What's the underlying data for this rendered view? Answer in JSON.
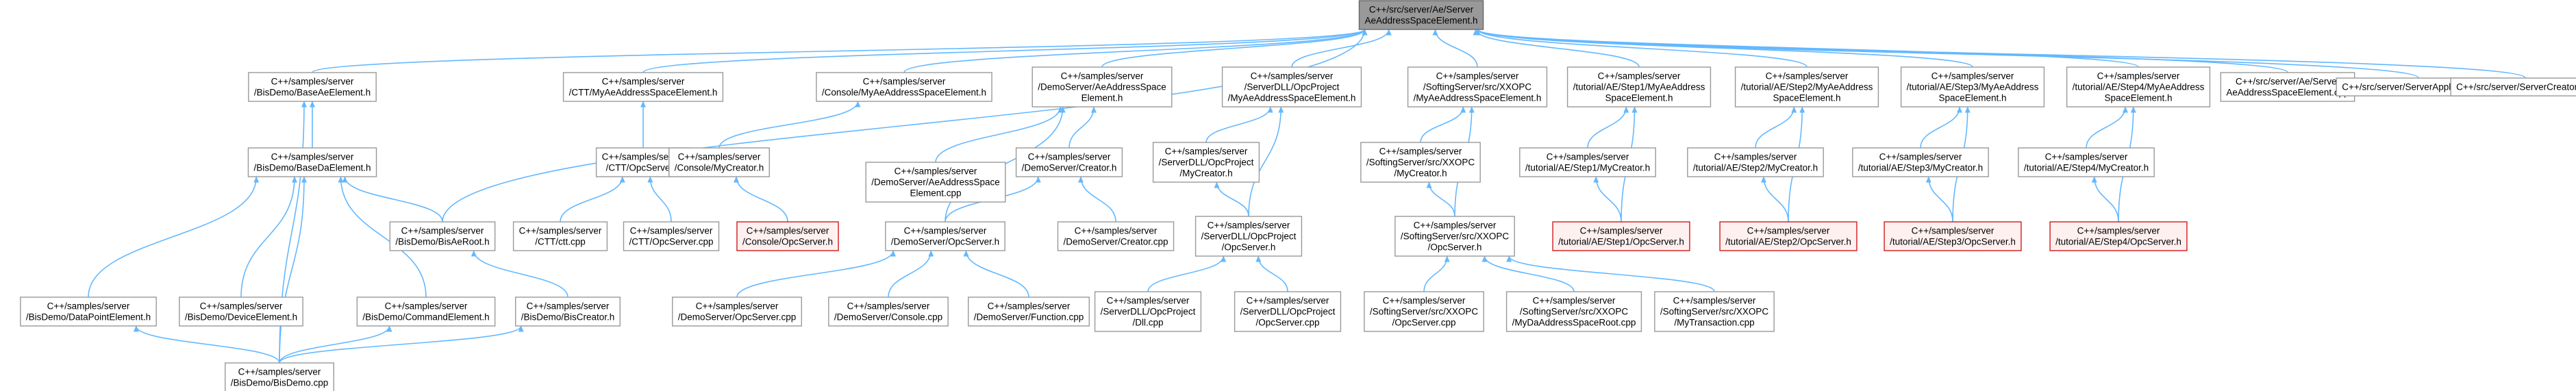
{
  "colors": {
    "edge": "#63b8ff",
    "highlight_fill": "#999999",
    "node_border": "#999999",
    "red_border": "#d11a1a"
  },
  "nodes": [
    {
      "id": "root",
      "lines": [
        "C++/src/server/Ae/Server",
        "AeAddressSpaceElement.h"
      ],
      "style": "highlight"
    },
    {
      "id": "base_ae",
      "lines": [
        "C++/samples/server",
        "/BisDemo/BaseAeElement.h"
      ]
    },
    {
      "id": "ctt_myae",
      "lines": [
        "C++/samples/server",
        "/CTT/MyAeAddressSpaceElement.h"
      ]
    },
    {
      "id": "console_myae",
      "lines": [
        "C++/samples/server",
        "/Console/MyAeAddressSpaceElement.h"
      ]
    },
    {
      "id": "demo_ae",
      "lines": [
        "C++/samples/server",
        "/DemoServer/AeAddressSpace",
        "Element.h"
      ]
    },
    {
      "id": "dll_myae",
      "lines": [
        "C++/samples/server",
        "/ServerDLL/OpcProject",
        "/MyAeAddressSpaceElement.h"
      ]
    },
    {
      "id": "soft_myae",
      "lines": [
        "C++/samples/server",
        "/SoftingServer/src/XXOPC",
        "/MyAeAddressSpaceElement.h"
      ]
    },
    {
      "id": "s1_myae",
      "lines": [
        "C++/samples/server",
        "/tutorial/AE/Step1/MyAeAddress",
        "SpaceElement.h"
      ]
    },
    {
      "id": "s2_myae",
      "lines": [
        "C++/samples/server",
        "/tutorial/AE/Step2/MyAeAddress",
        "SpaceElement.h"
      ]
    },
    {
      "id": "s3_myae",
      "lines": [
        "C++/samples/server",
        "/tutorial/AE/Step3/MyAeAddress",
        "SpaceElement.h"
      ]
    },
    {
      "id": "s4_myae",
      "lines": [
        "C++/samples/server",
        "/tutorial/AE/Step4/MyAeAddress",
        "SpaceElement.h"
      ]
    },
    {
      "id": "ae_cpp",
      "lines": [
        "C++/src/server/Ae/Server",
        "AeAddressSpaceElement.cpp"
      ]
    },
    {
      "id": "srvapp",
      "lines": [
        "C++/src/server/ServerApplication.cpp"
      ]
    },
    {
      "id": "srvcreator",
      "lines": [
        "C++/src/server/ServerCreator.cpp"
      ]
    },
    {
      "id": "base_da",
      "lines": [
        "C++/samples/server",
        "/BisDemo/BaseDaElement.h"
      ]
    },
    {
      "id": "ctt_opc_h",
      "lines": [
        "C++/samples/server",
        "/CTT/OpcServer.h"
      ]
    },
    {
      "id": "console_creator",
      "lines": [
        "C++/samples/server",
        "/Console/MyCreator.h"
      ]
    },
    {
      "id": "demo_ae_cpp",
      "lines": [
        "C++/samples/server",
        "/DemoServer/AeAddressSpace",
        "Element.cpp"
      ]
    },
    {
      "id": "demo_creator",
      "lines": [
        "C++/samples/server",
        "/DemoServer/Creator.h"
      ]
    },
    {
      "id": "dll_creator",
      "lines": [
        "C++/samples/server",
        "/ServerDLL/OpcProject",
        "/MyCreator.h"
      ]
    },
    {
      "id": "soft_creator",
      "lines": [
        "C++/samples/server",
        "/SoftingServer/src/XXOPC",
        "/MyCreator.h"
      ]
    },
    {
      "id": "s1_creator",
      "lines": [
        "C++/samples/server",
        "/tutorial/AE/Step1/MyCreator.h"
      ]
    },
    {
      "id": "s2_creator",
      "lines": [
        "C++/samples/server",
        "/tutorial/AE/Step2/MyCreator.h"
      ]
    },
    {
      "id": "s3_creator",
      "lines": [
        "C++/samples/server",
        "/tutorial/AE/Step3/MyCreator.h"
      ]
    },
    {
      "id": "s4_creator",
      "lines": [
        "C++/samples/server",
        "/tutorial/AE/Step4/MyCreator.h"
      ]
    },
    {
      "id": "bis_root",
      "lines": [
        "C++/samples/server",
        "/BisDemo/BisAeRoot.h"
      ]
    },
    {
      "id": "ctt_cpp",
      "lines": [
        "C++/samples/server",
        "/CTT/ctt.cpp"
      ]
    },
    {
      "id": "ctt_opc_cpp",
      "lines": [
        "C++/samples/server",
        "/CTT/OpcServer.cpp"
      ]
    },
    {
      "id": "console_opc_h",
      "lines": [
        "C++/samples/server",
        "/Console/OpcServer.h"
      ],
      "style": "red"
    },
    {
      "id": "demo_opc_h",
      "lines": [
        "C++/samples/server",
        "/DemoServer/OpcServer.h"
      ]
    },
    {
      "id": "demo_creator_cpp",
      "lines": [
        "C++/samples/server",
        "/DemoServer/Creator.cpp"
      ]
    },
    {
      "id": "dll_opc_h",
      "lines": [
        "C++/samples/server",
        "/ServerDLL/OpcProject",
        "/OpcServer.h"
      ]
    },
    {
      "id": "soft_opc_h",
      "lines": [
        "C++/samples/server",
        "/SoftingServer/src/XXOPC",
        "/OpcServer.h"
      ]
    },
    {
      "id": "s1_opc_h",
      "lines": [
        "C++/samples/server",
        "/tutorial/AE/Step1/OpcServer.h"
      ],
      "style": "red"
    },
    {
      "id": "s2_opc_h",
      "lines": [
        "C++/samples/server",
        "/tutorial/AE/Step2/OpcServer.h"
      ],
      "style": "red"
    },
    {
      "id": "s3_opc_h",
      "lines": [
        "C++/samples/server",
        "/tutorial/AE/Step3/OpcServer.h"
      ],
      "style": "red"
    },
    {
      "id": "s4_opc_h",
      "lines": [
        "C++/samples/server",
        "/tutorial/AE/Step4/OpcServer.h"
      ],
      "style": "red"
    },
    {
      "id": "bis_dp",
      "lines": [
        "C++/samples/server",
        "/BisDemo/DataPointElement.h"
      ]
    },
    {
      "id": "bis_dev",
      "lines": [
        "C++/samples/server",
        "/BisDemo/DeviceElement.h"
      ]
    },
    {
      "id": "bis_cmd",
      "lines": [
        "C++/samples/server",
        "/BisDemo/CommandElement.h"
      ]
    },
    {
      "id": "bis_creator",
      "lines": [
        "C++/samples/server",
        "/BisDemo/BisCreator.h"
      ]
    },
    {
      "id": "demo_opc_cpp",
      "lines": [
        "C++/samples/server",
        "/DemoServer/OpcServer.cpp"
      ]
    },
    {
      "id": "demo_console_cpp",
      "lines": [
        "C++/samples/server",
        "/DemoServer/Console.cpp"
      ]
    },
    {
      "id": "demo_function_cpp",
      "lines": [
        "C++/samples/server",
        "/DemoServer/Function.cpp"
      ]
    },
    {
      "id": "dll_dll_cpp",
      "lines": [
        "C++/samples/server",
        "/ServerDLL/OpcProject",
        "/Dll.cpp"
      ]
    },
    {
      "id": "dll_opc_cpp",
      "lines": [
        "C++/samples/server",
        "/ServerDLL/OpcProject",
        "/OpcServer.cpp"
      ]
    },
    {
      "id": "soft_opc_cpp",
      "lines": [
        "C++/samples/server",
        "/SoftingServer/src/XXOPC",
        "/OpcServer.cpp"
      ]
    },
    {
      "id": "soft_root_cpp",
      "lines": [
        "C++/samples/server",
        "/SoftingServer/src/XXOPC",
        "/MyDaAddressSpaceRoot.cpp"
      ]
    },
    {
      "id": "soft_trans_cpp",
      "lines": [
        "C++/samples/server",
        "/SoftingServer/src/XXOPC",
        "/MyTransaction.cpp"
      ]
    },
    {
      "id": "bis_demo_cpp",
      "lines": [
        "C++/samples/server",
        "/BisDemo/BisDemo.cpp"
      ]
    }
  ],
  "edges": [
    [
      "base_ae",
      "root"
    ],
    [
      "ctt_myae",
      "root"
    ],
    [
      "console_myae",
      "root"
    ],
    [
      "demo_ae",
      "root"
    ],
    [
      "dll_myae",
      "root"
    ],
    [
      "soft_myae",
      "root"
    ],
    [
      "s1_myae",
      "root"
    ],
    [
      "s2_myae",
      "root"
    ],
    [
      "s3_myae",
      "root"
    ],
    [
      "s4_myae",
      "root"
    ],
    [
      "ae_cpp",
      "root"
    ],
    [
      "srvapp",
      "root"
    ],
    [
      "srvcreator",
      "root"
    ],
    [
      "bis_root",
      "root"
    ],
    [
      "base_da",
      "base_ae"
    ],
    [
      "bis_demo_cpp",
      "base_ae"
    ],
    [
      "bis_root",
      "base_da"
    ],
    [
      "bis_dp",
      "base_da"
    ],
    [
      "bis_dev",
      "base_da"
    ],
    [
      "bis_cmd",
      "base_da"
    ],
    [
      "bis_demo_cpp",
      "base_da"
    ],
    [
      "bis_creator",
      "bis_root"
    ],
    [
      "bis_demo_cpp",
      "bis_dp"
    ],
    [
      "bis_demo_cpp",
      "bis_cmd"
    ],
    [
      "bis_demo_cpp",
      "bis_creator"
    ],
    [
      "ctt_opc_h",
      "ctt_myae"
    ],
    [
      "ctt_cpp",
      "ctt_opc_h"
    ],
    [
      "ctt_opc_cpp",
      "ctt_opc_h"
    ],
    [
      "console_creator",
      "console_myae"
    ],
    [
      "console_opc_h",
      "console_creator"
    ],
    [
      "demo_ae_cpp",
      "demo_ae"
    ],
    [
      "demo_creator",
      "demo_ae"
    ],
    [
      "demo_opc_h",
      "demo_ae"
    ],
    [
      "demo_opc_h",
      "demo_creator"
    ],
    [
      "demo_creator_cpp",
      "demo_creator"
    ],
    [
      "demo_opc_cpp",
      "demo_opc_h"
    ],
    [
      "demo_console_cpp",
      "demo_opc_h"
    ],
    [
      "demo_function_cpp",
      "demo_opc_h"
    ],
    [
      "dll_creator",
      "dll_myae"
    ],
    [
      "dll_opc_h",
      "dll_myae"
    ],
    [
      "dll_opc_h",
      "dll_creator"
    ],
    [
      "dll_dll_cpp",
      "dll_opc_h"
    ],
    [
      "dll_opc_cpp",
      "dll_opc_h"
    ],
    [
      "soft_creator",
      "soft_myae"
    ],
    [
      "soft_opc_h",
      "soft_myae"
    ],
    [
      "soft_opc_h",
      "soft_creator"
    ],
    [
      "soft_opc_cpp",
      "soft_opc_h"
    ],
    [
      "soft_root_cpp",
      "soft_opc_h"
    ],
    [
      "soft_trans_cpp",
      "soft_opc_h"
    ],
    [
      "s1_creator",
      "s1_myae"
    ],
    [
      "s1_opc_h",
      "s1_myae"
    ],
    [
      "s1_opc_h",
      "s1_creator"
    ],
    [
      "s2_creator",
      "s2_myae"
    ],
    [
      "s2_opc_h",
      "s2_myae"
    ],
    [
      "s2_opc_h",
      "s2_creator"
    ],
    [
      "s3_creator",
      "s3_myae"
    ],
    [
      "s3_opc_h",
      "s3_myae"
    ],
    [
      "s3_opc_h",
      "s3_creator"
    ],
    [
      "s4_creator",
      "s4_myae"
    ],
    [
      "s4_opc_h",
      "s4_myae"
    ],
    [
      "s4_opc_h",
      "s4_creator"
    ]
  ]
}
